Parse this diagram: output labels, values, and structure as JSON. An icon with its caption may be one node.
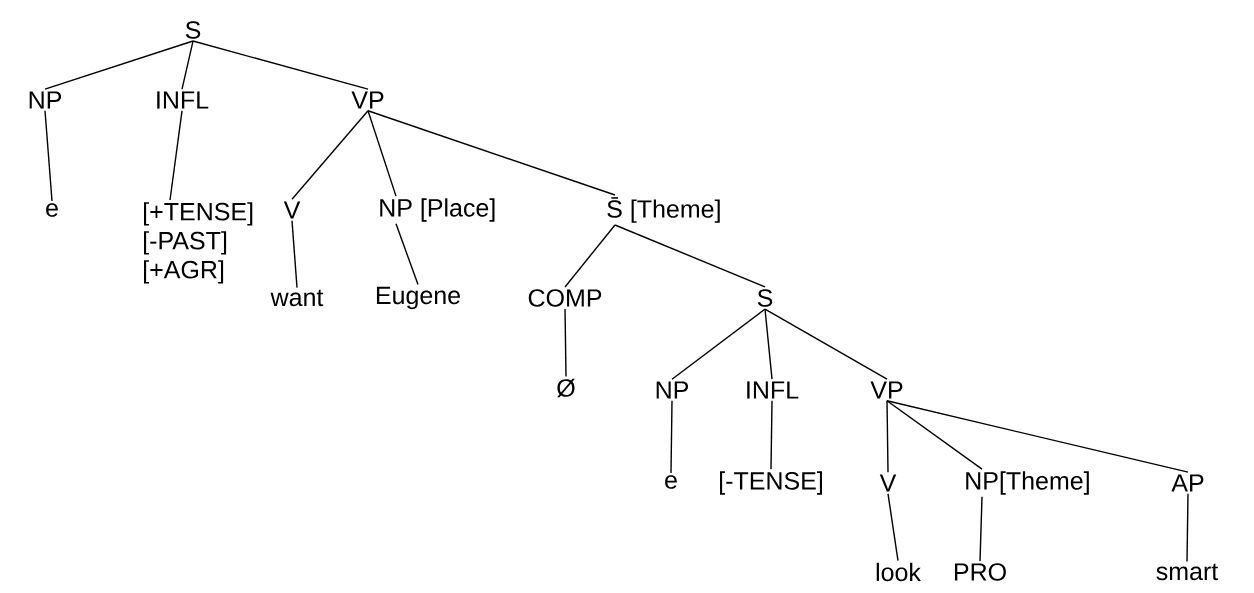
{
  "diagram": {
    "nodes": [
      {
        "text": [
          "S"
        ]
      },
      {
        "text": [
          "NP"
        ]
      },
      {
        "text": [
          "e"
        ]
      },
      {
        "text": [
          "INFL"
        ]
      },
      {
        "text": [
          "[+TENSE]",
          "[-PAST]",
          "[+AGR]"
        ]
      },
      {
        "text": [
          "VP"
        ]
      },
      {
        "text": [
          "V"
        ]
      },
      {
        "text": [
          "want"
        ]
      },
      {
        "text": [
          "NP [Place]"
        ]
      },
      {
        "text": [
          "Eugene"
        ]
      },
      {
        "text": [
          "S̄ [Theme]"
        ]
      },
      {
        "text": [
          "COMP"
        ]
      },
      {
        "text": [
          "Ø"
        ]
      },
      {
        "text": [
          "S"
        ]
      },
      {
        "text": [
          "NP"
        ]
      },
      {
        "text": [
          "e"
        ]
      },
      {
        "text": [
          "INFL"
        ]
      },
      {
        "text": [
          "[-TENSE]"
        ]
      },
      {
        "text": [
          "VP"
        ]
      },
      {
        "text": [
          "V"
        ]
      },
      {
        "text": [
          "look"
        ]
      },
      {
        "text": [
          "NP[Theme]"
        ]
      },
      {
        "text": [
          "PRO"
        ]
      },
      {
        "text": [
          "AP"
        ]
      },
      {
        "text": [
          "smart"
        ]
      }
    ],
    "edges": [
      {
        "from": 0,
        "to": 1,
        "arrow": "none"
      },
      {
        "from": 1,
        "to": 2,
        "arrow": "none"
      },
      {
        "from": 0,
        "to": 3,
        "arrow": "none"
      },
      {
        "from": 3,
        "to": 4,
        "arrow": "none"
      },
      {
        "from": 0,
        "to": 5,
        "arrow": "none"
      },
      {
        "from": 5,
        "to": 6,
        "arrow": "none"
      },
      {
        "from": 6,
        "to": 7,
        "arrow": "none"
      },
      {
        "from": 5,
        "to": 8,
        "arrow": "none"
      },
      {
        "from": 8,
        "to": 9,
        "arrow": "none"
      },
      {
        "from": 5,
        "to": 10,
        "arrow": "none"
      },
      {
        "from": 10,
        "to": 11,
        "arrow": "none"
      },
      {
        "from": 11,
        "to": 12,
        "arrow": "none"
      },
      {
        "from": 10,
        "to": 13,
        "arrow": "none"
      },
      {
        "from": 13,
        "to": 14,
        "arrow": "none"
      },
      {
        "from": 14,
        "to": 15,
        "arrow": "none"
      },
      {
        "from": 13,
        "to": 16,
        "arrow": "none"
      },
      {
        "from": 16,
        "to": 17,
        "arrow": "none"
      },
      {
        "from": 13,
        "to": 18,
        "arrow": "none"
      },
      {
        "from": 18,
        "to": 19,
        "arrow": "none"
      },
      {
        "from": 19,
        "to": 20,
        "arrow": "none"
      },
      {
        "from": 18,
        "to": 21,
        "arrow": "none"
      },
      {
        "from": 21,
        "to": 22,
        "arrow": "none"
      },
      {
        "from": 18,
        "to": 23,
        "arrow": "none"
      },
      {
        "from": 23,
        "to": 24,
        "arrow": "none"
      }
    ]
  }
}
